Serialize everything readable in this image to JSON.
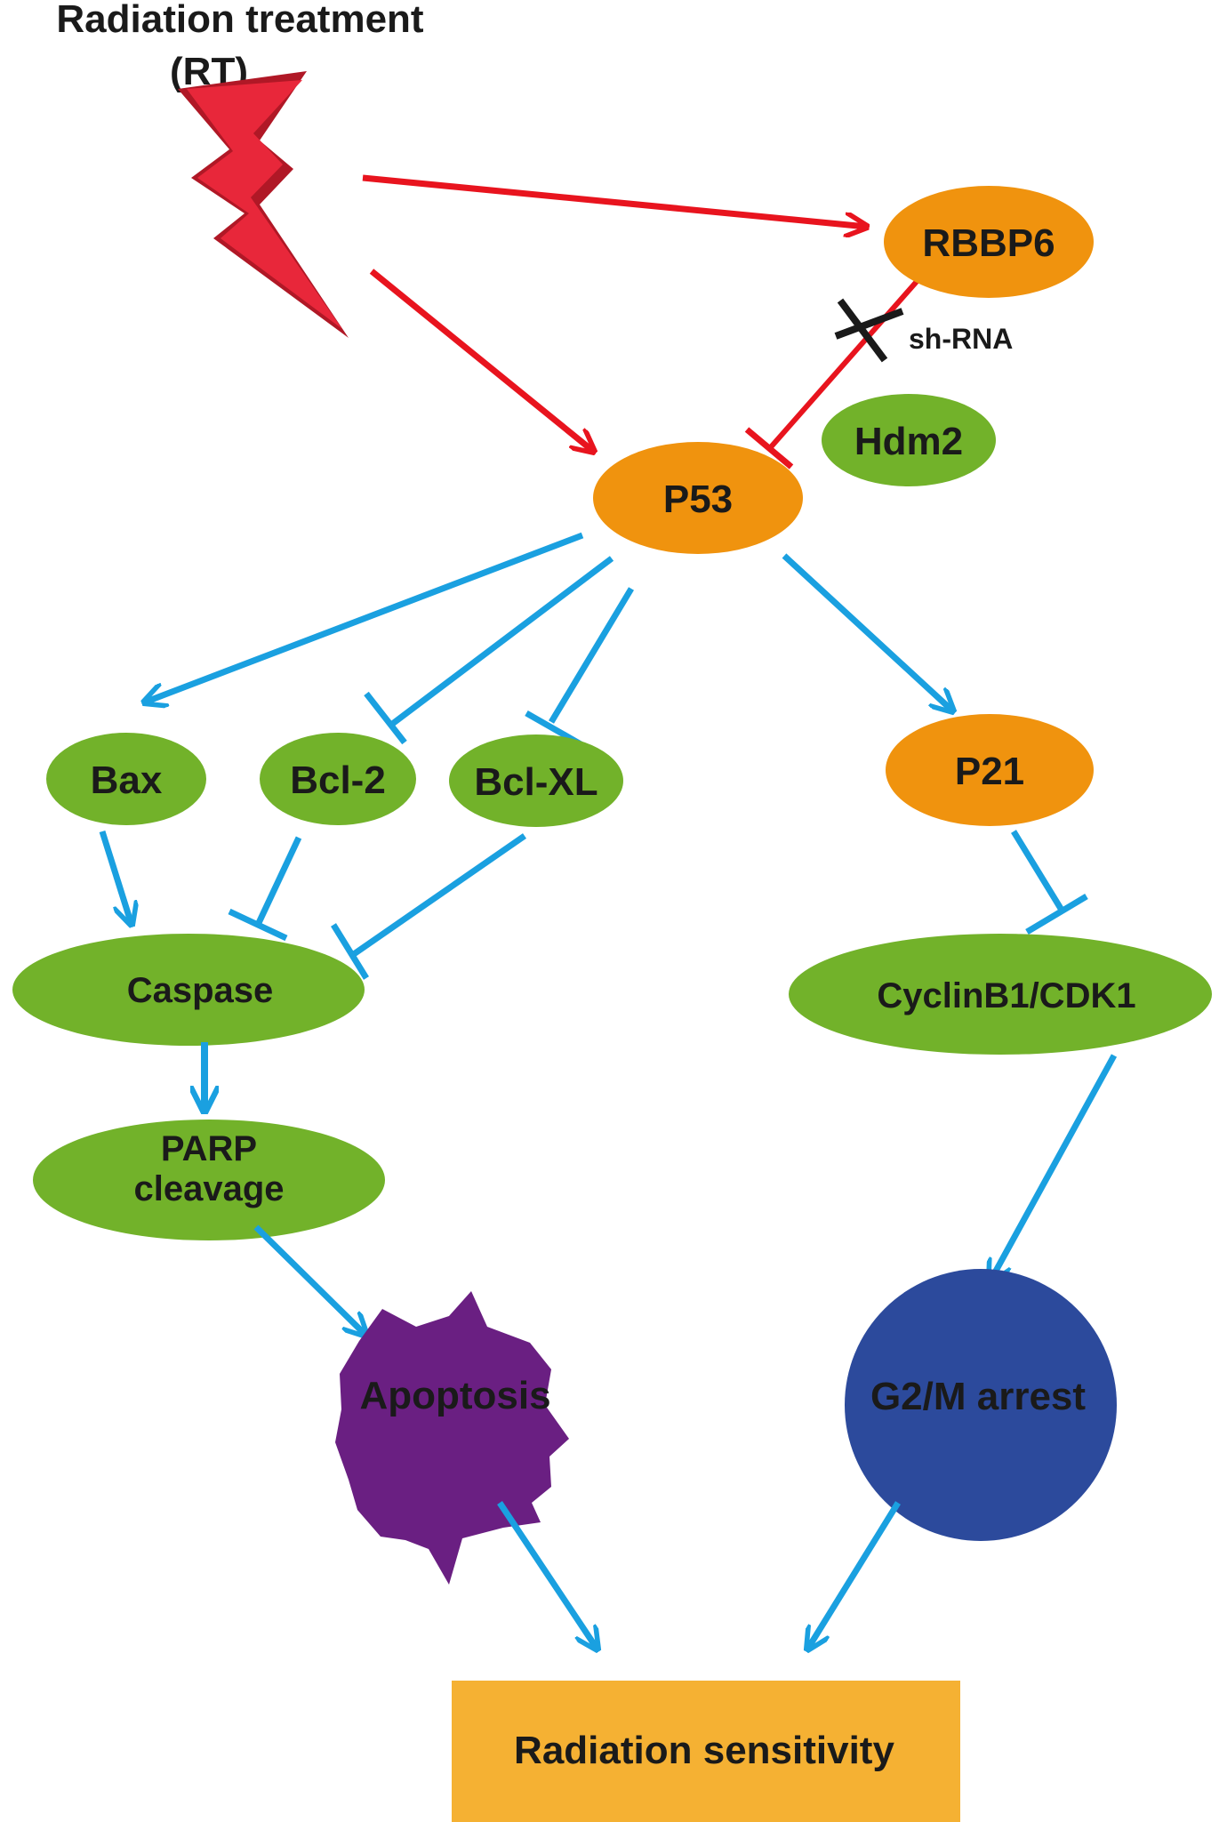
{
  "colors": {
    "red_arrow": "#e8141e",
    "blue_arrow": "#1aa0e0",
    "orange_node": "#f0930e",
    "green_node": "#72b22a",
    "apoptosis": "#6a1f82",
    "g2m": "#2c4a9c",
    "output_box": "#f5b133",
    "lightning": "#e8273a"
  },
  "icons": {
    "radiation": "lightning-bolt-icon",
    "block": "x-block-icon"
  },
  "title": {
    "line1": "Radiation treatment",
    "line2": "(RT)"
  },
  "nodes": {
    "rbbp6": "RBBP6",
    "shrna": "sh-RNA",
    "hdm2": "Hdm2",
    "p53": "P53",
    "bax": "Bax",
    "bcl2": "Bcl-2",
    "bclxl": "Bcl-XL",
    "p21": "P21",
    "caspase": "Caspase",
    "cyclin": "CyclinB1/CDK1",
    "parp_line1": "PARP",
    "parp_line2": "cleavage",
    "apoptosis": "Apoptosis",
    "g2m": "G2/M arrest",
    "sensitivity": "Radiation sensitivity"
  }
}
